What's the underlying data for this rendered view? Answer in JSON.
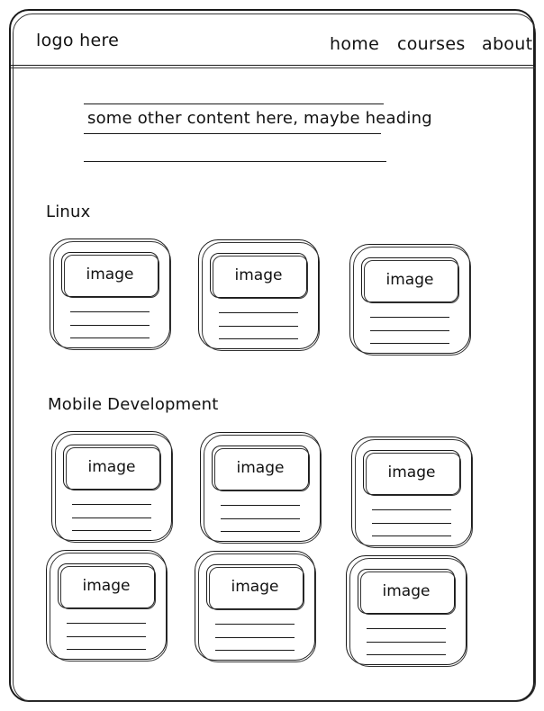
{
  "header": {
    "logo": "logo here",
    "nav": [
      "home",
      "courses",
      "about"
    ]
  },
  "hero": {
    "text": "some other content here, maybe heading"
  },
  "sections": [
    {
      "title": "Linux",
      "cards": [
        {
          "image_label": "image"
        },
        {
          "image_label": "image"
        },
        {
          "image_label": "image"
        }
      ]
    },
    {
      "title": "Mobile Development",
      "cards": [
        {
          "image_label": "image"
        },
        {
          "image_label": "image"
        },
        {
          "image_label": "image"
        },
        {
          "image_label": "image"
        },
        {
          "image_label": "image"
        },
        {
          "image_label": "image"
        }
      ]
    }
  ]
}
